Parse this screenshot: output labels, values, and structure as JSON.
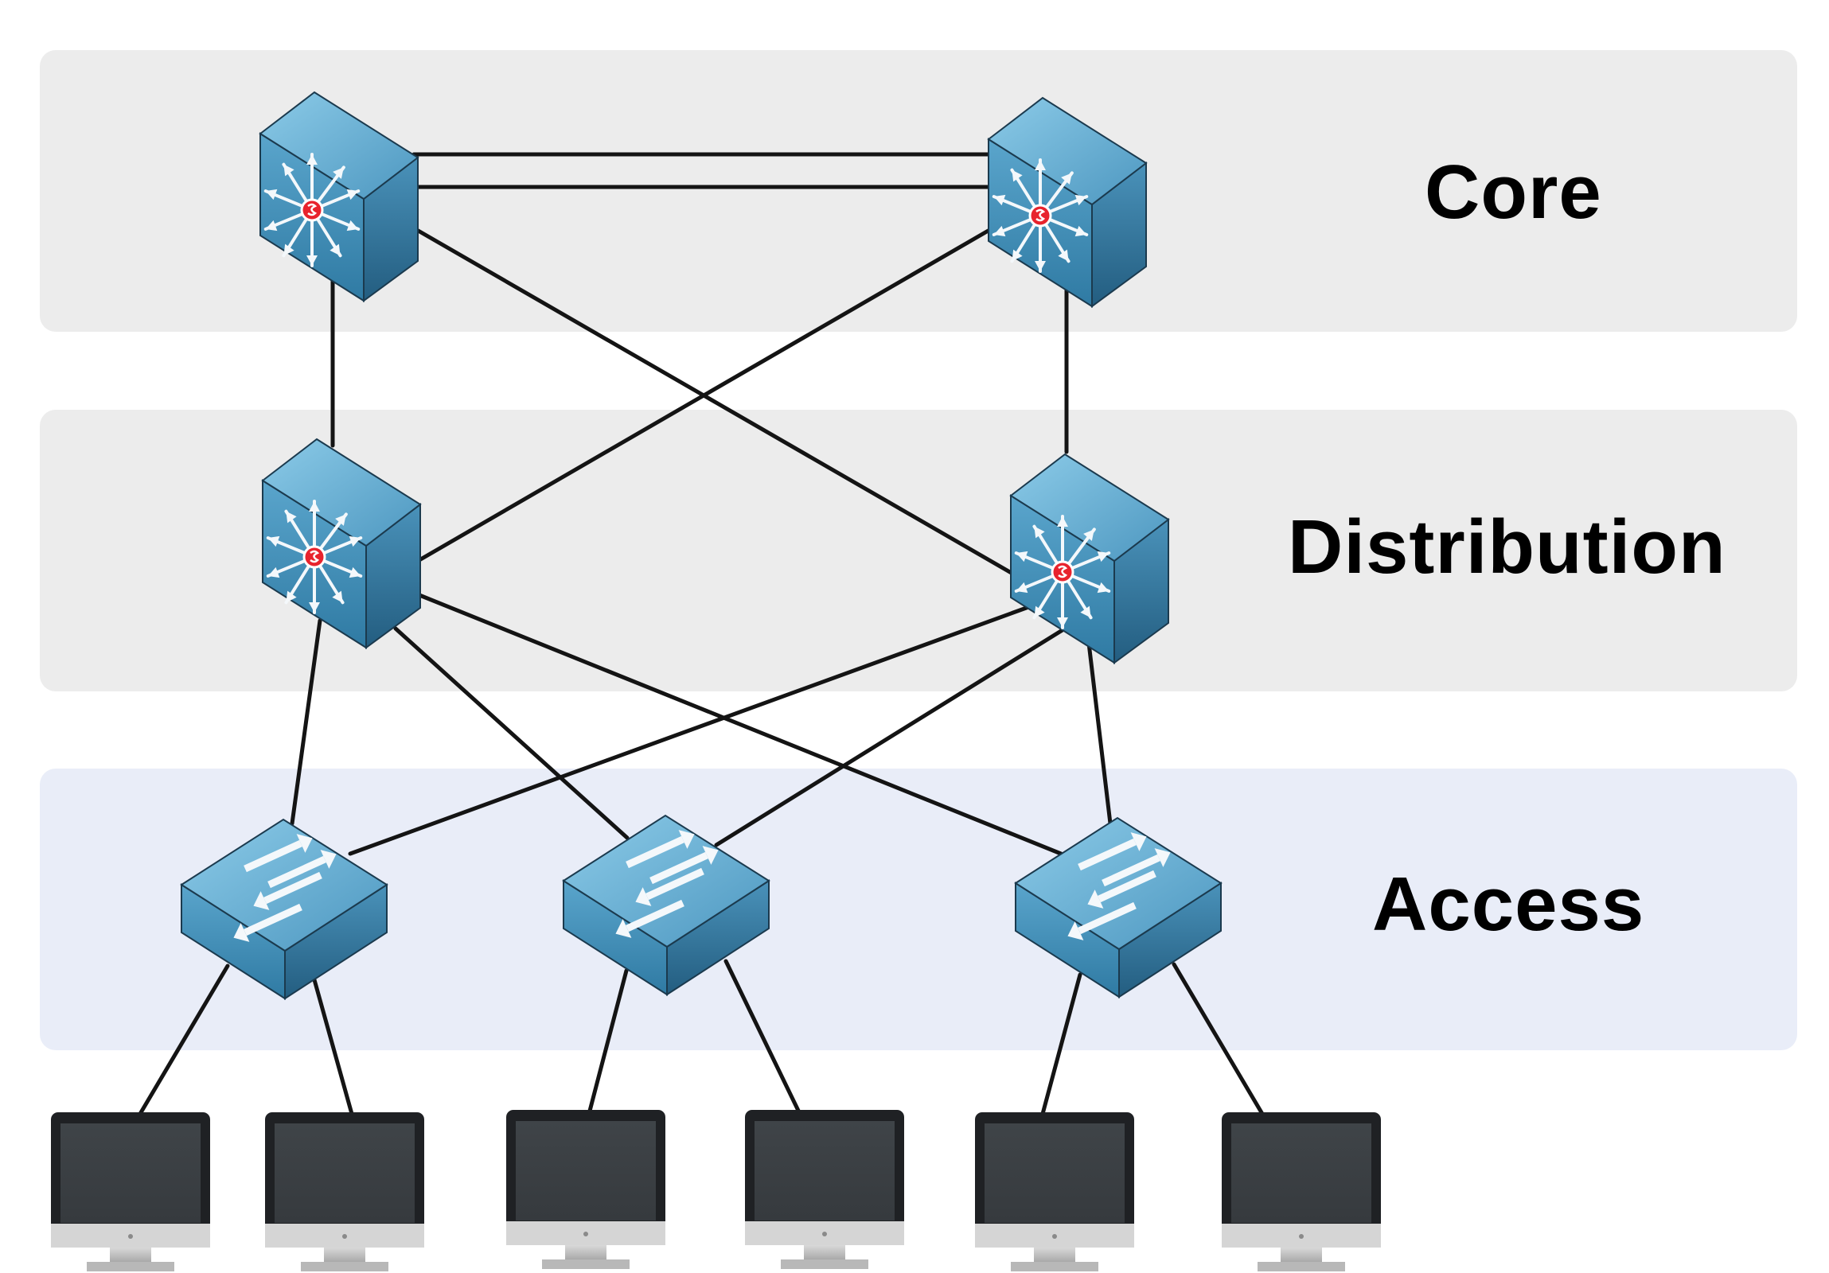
{
  "layers": {
    "core": "Core",
    "distribution": "Distribution",
    "access": "Access"
  },
  "colors": {
    "band_gray": "#ececec",
    "band_access": "#e9edf8",
    "device_top": "#7cbcdc",
    "device_left": "#3f88b0",
    "device_right": "#2a6a90",
    "screen": "#3b3f43",
    "bezel": "#1f2124",
    "stand": "#c9c9c9",
    "link": "#141414",
    "l3_badge": "#e8232d"
  },
  "devices": {
    "core_switches": [
      {
        "name": "core-switch-1",
        "icon": "multilayer-switch-icon"
      },
      {
        "name": "core-switch-2",
        "icon": "multilayer-switch-icon"
      }
    ],
    "distribution_switches": [
      {
        "name": "distribution-switch-1",
        "icon": "multilayer-switch-icon"
      },
      {
        "name": "distribution-switch-2",
        "icon": "multilayer-switch-icon"
      }
    ],
    "access_switches": [
      {
        "name": "access-switch-1",
        "icon": "switch-icon"
      },
      {
        "name": "access-switch-2",
        "icon": "switch-icon"
      },
      {
        "name": "access-switch-3",
        "icon": "switch-icon"
      }
    ],
    "hosts": [
      {
        "name": "host-1",
        "icon": "desktop-computer-icon"
      },
      {
        "name": "host-2",
        "icon": "desktop-computer-icon"
      },
      {
        "name": "host-3",
        "icon": "desktop-computer-icon"
      },
      {
        "name": "host-4",
        "icon": "desktop-computer-icon"
      },
      {
        "name": "host-5",
        "icon": "desktop-computer-icon"
      },
      {
        "name": "host-6",
        "icon": "desktop-computer-icon"
      }
    ]
  },
  "links": [
    [
      "core-switch-1",
      "core-switch-2"
    ],
    [
      "core-switch-1",
      "core-switch-2"
    ],
    [
      "core-switch-1",
      "distribution-switch-1"
    ],
    [
      "core-switch-1",
      "distribution-switch-2"
    ],
    [
      "core-switch-2",
      "distribution-switch-1"
    ],
    [
      "core-switch-2",
      "distribution-switch-2"
    ],
    [
      "distribution-switch-1",
      "access-switch-1"
    ],
    [
      "distribution-switch-1",
      "access-switch-2"
    ],
    [
      "distribution-switch-1",
      "access-switch-3"
    ],
    [
      "distribution-switch-2",
      "access-switch-1"
    ],
    [
      "distribution-switch-2",
      "access-switch-2"
    ],
    [
      "distribution-switch-2",
      "access-switch-3"
    ],
    [
      "access-switch-1",
      "host-1"
    ],
    [
      "access-switch-1",
      "host-2"
    ],
    [
      "access-switch-2",
      "host-3"
    ],
    [
      "access-switch-2",
      "host-4"
    ],
    [
      "access-switch-3",
      "host-5"
    ],
    [
      "access-switch-3",
      "host-6"
    ]
  ]
}
